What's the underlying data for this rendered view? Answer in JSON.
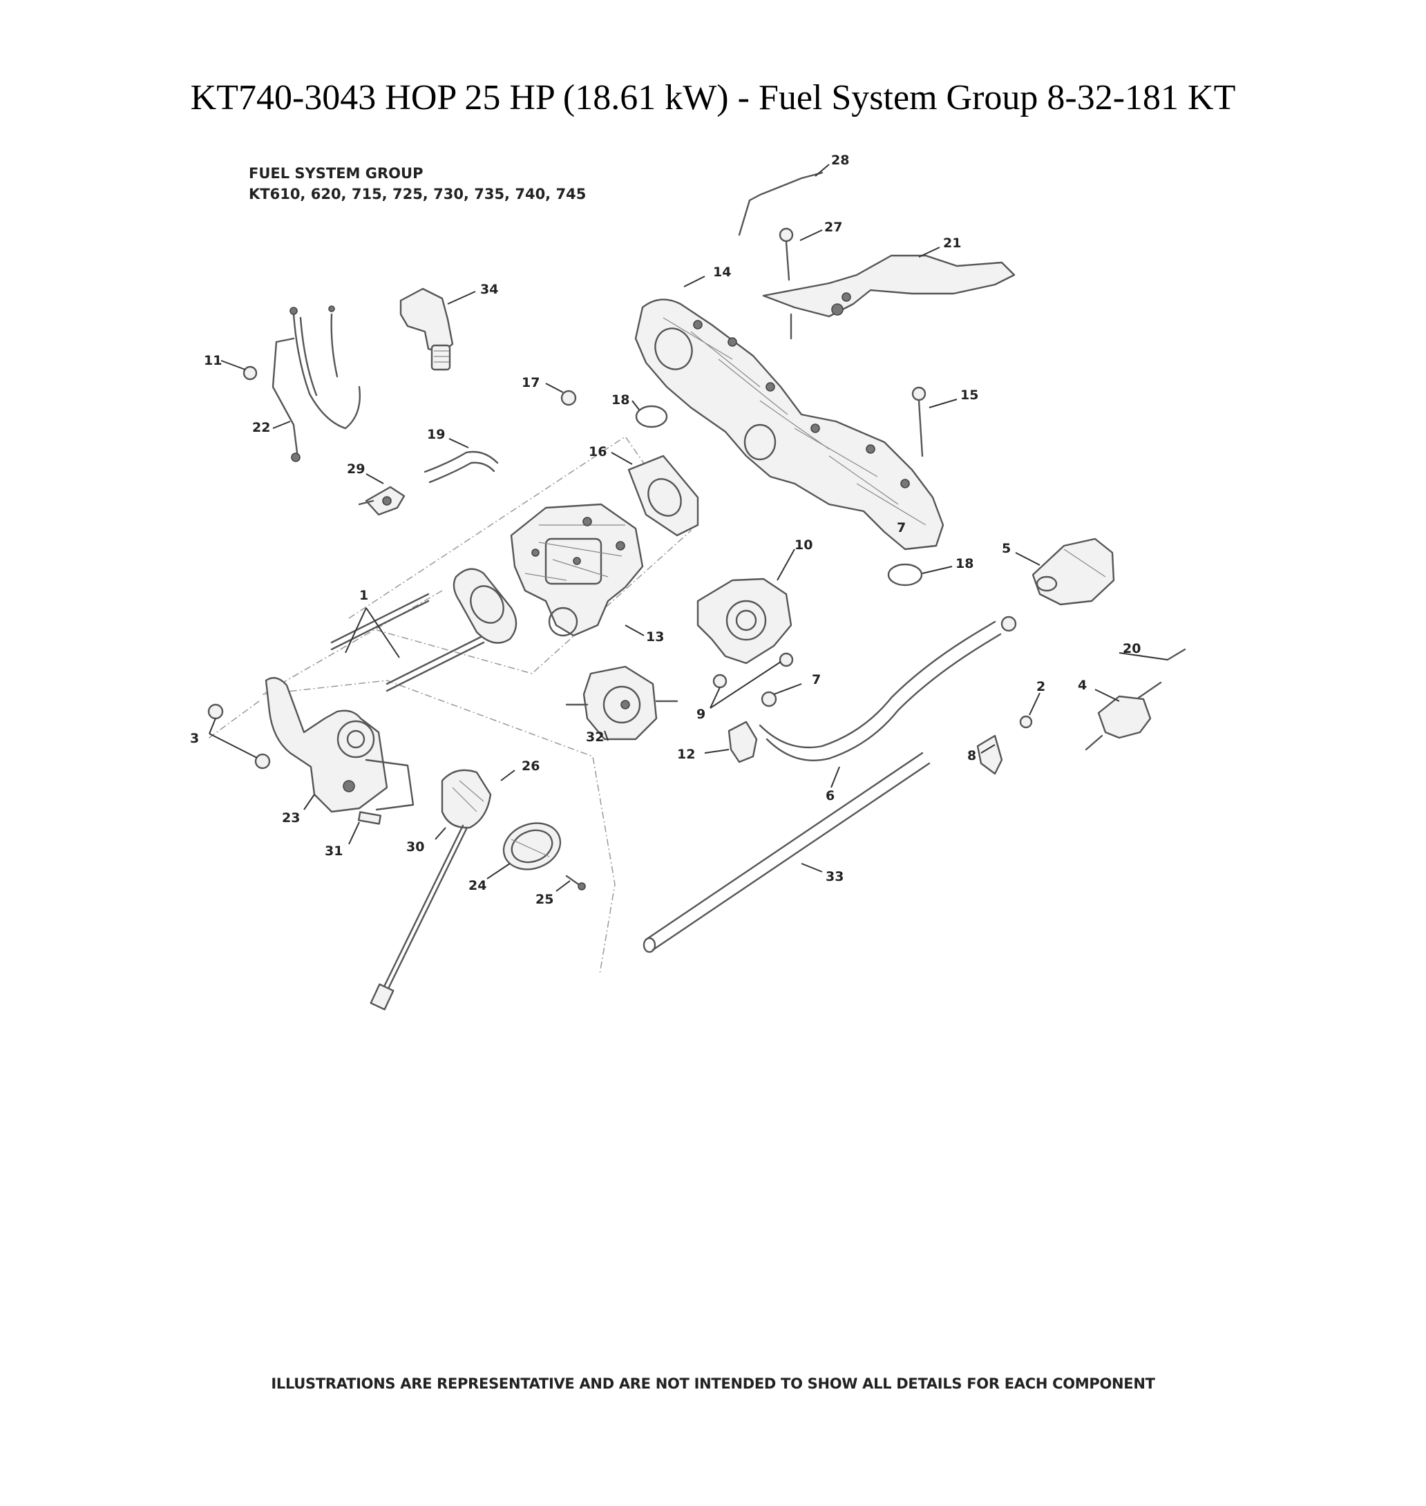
{
  "title": "KT740-3043 HOP 25 HP (18.61 kW) - Fuel System Group 8-32-181 KT",
  "group_heading": {
    "line1": "FUEL SYSTEM GROUP",
    "line2": "KT610, 620, 715, 725, 730, 735, 740, 745"
  },
  "footer_note": "ILLUSTRATIONS ARE REPRESENTATIVE AND ARE NOT INTENDED TO SHOW ALL DETAILS FOR EACH COMPONENT",
  "callouts": {
    "c1": "1",
    "c2": "2",
    "c3": "3",
    "c4": "4",
    "c5": "5",
    "c6": "6",
    "c7a": "7",
    "c7b": "7",
    "c8": "8",
    "c9": "9",
    "c10": "10",
    "c11": "11",
    "c12": "12",
    "c13": "13",
    "c14": "14",
    "c15": "15",
    "c16": "16",
    "c17": "17",
    "c18a": "18",
    "c18b": "18",
    "c19": "19",
    "c20": "20",
    "c21": "21",
    "c22": "22",
    "c23": "23",
    "c24": "24",
    "c25": "25",
    "c26": "26",
    "c27": "27",
    "c28": "28",
    "c29": "29",
    "c30": "30",
    "c31": "31",
    "c32": "32",
    "c33": "33",
    "c34": "34"
  },
  "colors": {
    "ink": "#555555",
    "text": "#222222",
    "background": "#ffffff"
  }
}
